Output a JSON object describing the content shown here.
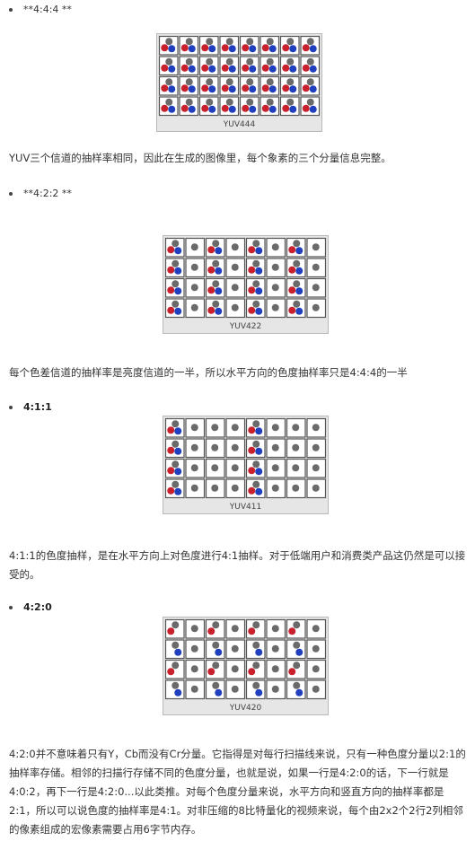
{
  "sections": [
    {
      "heading": "**4:4:4 **",
      "caption": "YUV444",
      "description": "YUV三个信道的抽样率相同，因此在生成的图像里，每个象素的三个分量信息完整。",
      "grid": [
        "YYYYYYYY",
        "YYYYYYYY",
        "YYYYYYYY",
        "YYYYYYYY"
      ],
      "chroma": [
        "CCCCCCCC",
        "CCCCCCCC",
        "CCCCCCCC",
        "CCCCCCCC"
      ]
    },
    {
      "heading": "**4:2:2 **",
      "caption": "YUV422",
      "description": "每个色差信道的抽样率是亮度信道的一半，所以水平方向的色度抽样率只是4:4:4的一半",
      "chroma": [
        "C.C.C.C.",
        "C.C.C.C.",
        "C.C.C.C.",
        "C.C.C.C."
      ]
    },
    {
      "heading": "4:1:1",
      "caption": "YUV411",
      "description": "4:1:1的色度抽样，是在水平方向上对色度进行4:1抽样。对于低端用户和消费类产品这仍然是可以接受的。",
      "chroma": [
        "C...C...",
        "C...C...",
        "C...C...",
        "C...C..."
      ]
    },
    {
      "heading": "4:2:0",
      "caption": "YUV420",
      "description": "4:2:0并不意味着只有Y，Cb而没有Cr分量。它指得是对每行扫描线来说，只有一种色度分量以2:1的抽样率存储。相邻的扫描行存储不同的色度分量，也就是说，如果一行是4:2:0的话，下一行就是4:0:2，再下一行是4:2:0...以此类推。对每个色度分量来说，水平方向和竖直方向的抽样率都是2:1，所以可以说色度的抽样率是4:1。对非压缩的8比特量化的视频来说，每个由2x2个2行2列相邻的像素组成的宏像素需要占用6字节内存。",
      "chroma": [
        "R.R.R.R.",
        "B.B.B.B.",
        "R.R.R.R.",
        "B.B.B.B."
      ]
    }
  ],
  "colors": {
    "luma": "#6a6a6a",
    "cb": "#1f3fbf",
    "cr": "#c8202c"
  },
  "legend_glyph": "?"
}
